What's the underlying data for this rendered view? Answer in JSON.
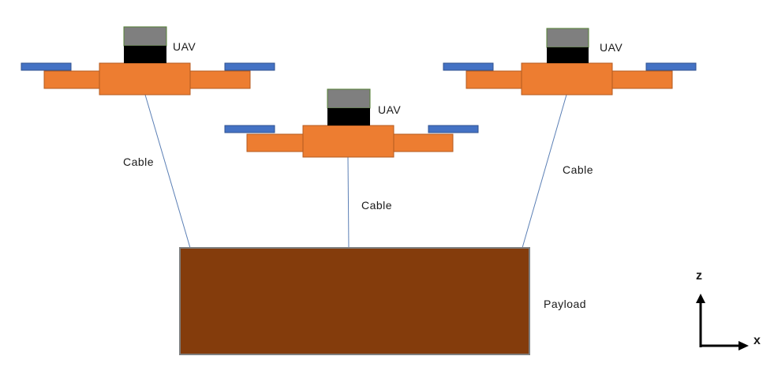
{
  "labels": {
    "uav": "UAV",
    "cable": "Cable",
    "payload": "Payload",
    "axis_z": "z",
    "axis_x": "x"
  },
  "colors": {
    "body": "#ED7D31",
    "body_stroke": "#B45A1F",
    "rotor": "#4472C4",
    "rotor_stroke": "#2F528F",
    "sensor_top": "#7F7F7F",
    "sensor_top_stroke": "#548235",
    "sensor_base": "#000000",
    "payload": "#843C0C",
    "payload_stroke": "#7F7F7F",
    "cable": "#5B7FB5",
    "axis": "#000000"
  }
}
